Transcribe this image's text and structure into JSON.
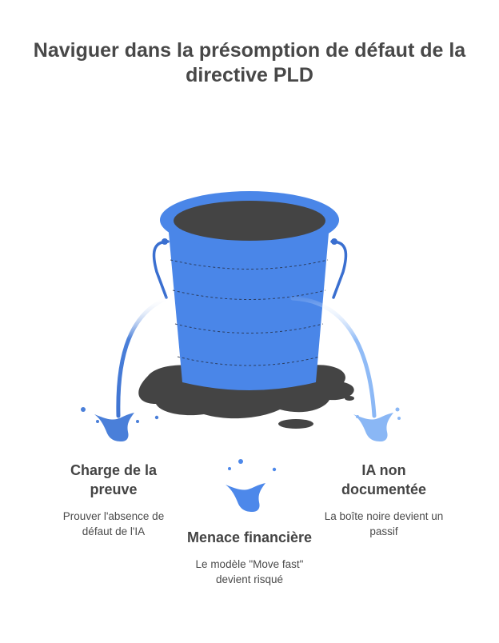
{
  "title": "Naviguer dans la présomption de défaut de la directive PLD",
  "colors": {
    "bucket_blue": "#4a86e8",
    "bucket_dark_blue": "#3a6fd0",
    "puddle": "#444444",
    "left_stream": "#4a7fd9",
    "center_stream": "#5a94f0",
    "right_stream": "#8fbcf7"
  },
  "items": [
    {
      "heading": "Charge de la preuve",
      "description": "Prouver l'absence de défaut de l'IA"
    },
    {
      "heading": "Menace financière",
      "description": "Le modèle \"Move fast\" devient risqué"
    },
    {
      "heading": "IA non documentée",
      "description": "La boîte noire devient un passif"
    }
  ]
}
